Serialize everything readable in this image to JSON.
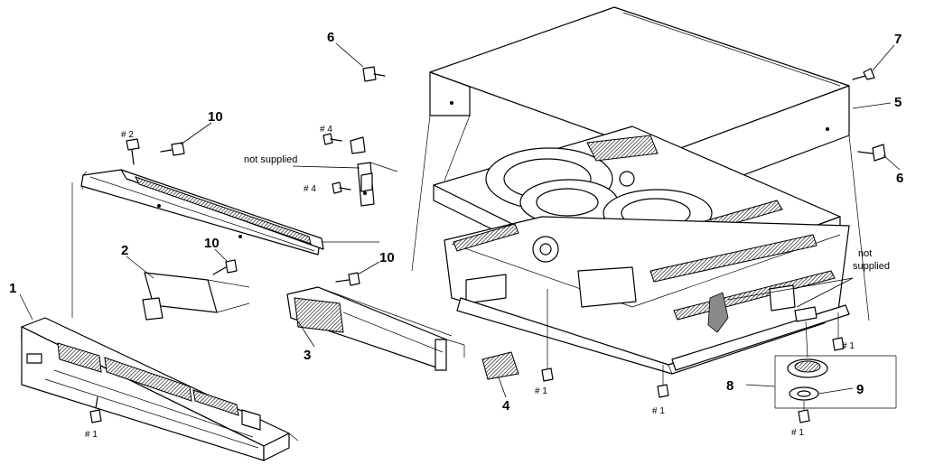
{
  "callouts": {
    "c1": "1",
    "c2": "2",
    "c3": "3",
    "c4": "4",
    "c5": "5",
    "c6a": "6",
    "c6b": "6",
    "c7": "7",
    "c8": "8",
    "c9": "9",
    "c10a": "10",
    "c10b": "10",
    "c10c": "10"
  },
  "screw_tags": {
    "s2": "# 2",
    "s4a": "# 4",
    "s4b": "# 4",
    "s1_panel": "# 1",
    "s1_center": "# 1",
    "s1_bottom": "# 1",
    "s1_right": "# 1",
    "s1_foot": "# 1"
  },
  "notes": {
    "left_line": "not supplied",
    "right_line1": "not",
    "right_line2": "supplied"
  }
}
